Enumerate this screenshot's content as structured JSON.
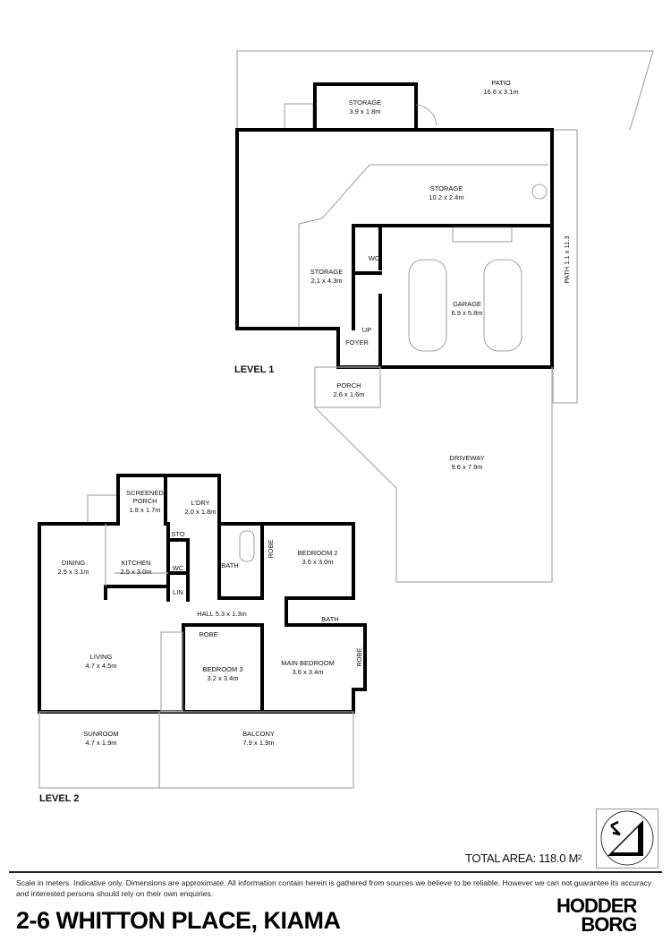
{
  "level1": {
    "title": "LEVEL 1",
    "rooms": {
      "patio": {
        "name": "PATIO",
        "dims": "16.6 x 3.1m"
      },
      "storage_small": {
        "name": "STORAGE",
        "dims": "3.9 x 1.8m"
      },
      "storage_large": {
        "name": "STORAGE",
        "dims": "10.2 x 2.4m"
      },
      "storage_side": {
        "name": "STORAGE",
        "dims": "2.1 x 4.3m"
      },
      "wc": {
        "name": "WC"
      },
      "garage": {
        "name": "GARAGE",
        "dims": "6.9 x 5.8m"
      },
      "up": {
        "name": "UP"
      },
      "foyer": {
        "name": "FOYER"
      },
      "porch": {
        "name": "PORCH",
        "dims": "2.6 x 1.6m"
      },
      "driveway": {
        "name": "DRIVEWAY",
        "dims": "9.6 x 7.9m"
      },
      "path": {
        "name": "PATH  1.1 x 11.3"
      }
    }
  },
  "level2": {
    "title": "LEVEL 2",
    "rooms": {
      "screened_porch": {
        "name1": "SCREENED",
        "name2": "PORCH",
        "dims": "1.8 x 1.7m"
      },
      "laundry": {
        "name": "L'DRY",
        "dims": "2.0 x 1.8m"
      },
      "sto": {
        "name": "STO"
      },
      "wc": {
        "name": "WC"
      },
      "lin": {
        "name": "LIN"
      },
      "dining": {
        "name": "DINING",
        "dims": "2.5 x 3.1m"
      },
      "kitchen": {
        "name": "KITCHEN",
        "dims": "2.5 x 3.0m"
      },
      "bath": {
        "name": "BATH"
      },
      "robe_bed2": {
        "name": "ROBE"
      },
      "bedroom2": {
        "name": "BEDROOM 2",
        "dims": "3.6 x 3.0m"
      },
      "hall": {
        "name": "HALL  5.3 x 1.3m"
      },
      "ensuite": {
        "name": "BATH"
      },
      "robe_bed3": {
        "name": "ROBE"
      },
      "bedroom3": {
        "name": "BEDROOM 3",
        "dims": "3.2 x 3.4m"
      },
      "main_bedroom": {
        "name": "MAIN BEDROOM",
        "dims": "3.6 x 3.4m"
      },
      "robe_main": {
        "name": "ROBE"
      },
      "living": {
        "name": "LIVING",
        "dims": "4.7 x 4.5m"
      },
      "sunroom": {
        "name": "SUNROOM",
        "dims": "4.7 x 1.9m"
      },
      "balcony": {
        "name": "BALCONY",
        "dims": "7.9 x 1.9m"
      }
    }
  },
  "total_area": "TOTAL AREA: 118.0 M²",
  "compass": "north-arrow-icon",
  "disclaimer": "Scale in meters. Indicative only. Dimensions are approximate. All information contain herein is gathered from sources we believe to be reliable. However we can not guarantee its accuracy and interested persons should rely on their own enquiries.",
  "address": "2-6 WHITTON PLACE, KIAMA",
  "brand": {
    "line1": "HODDER",
    "line2": "BORG"
  }
}
